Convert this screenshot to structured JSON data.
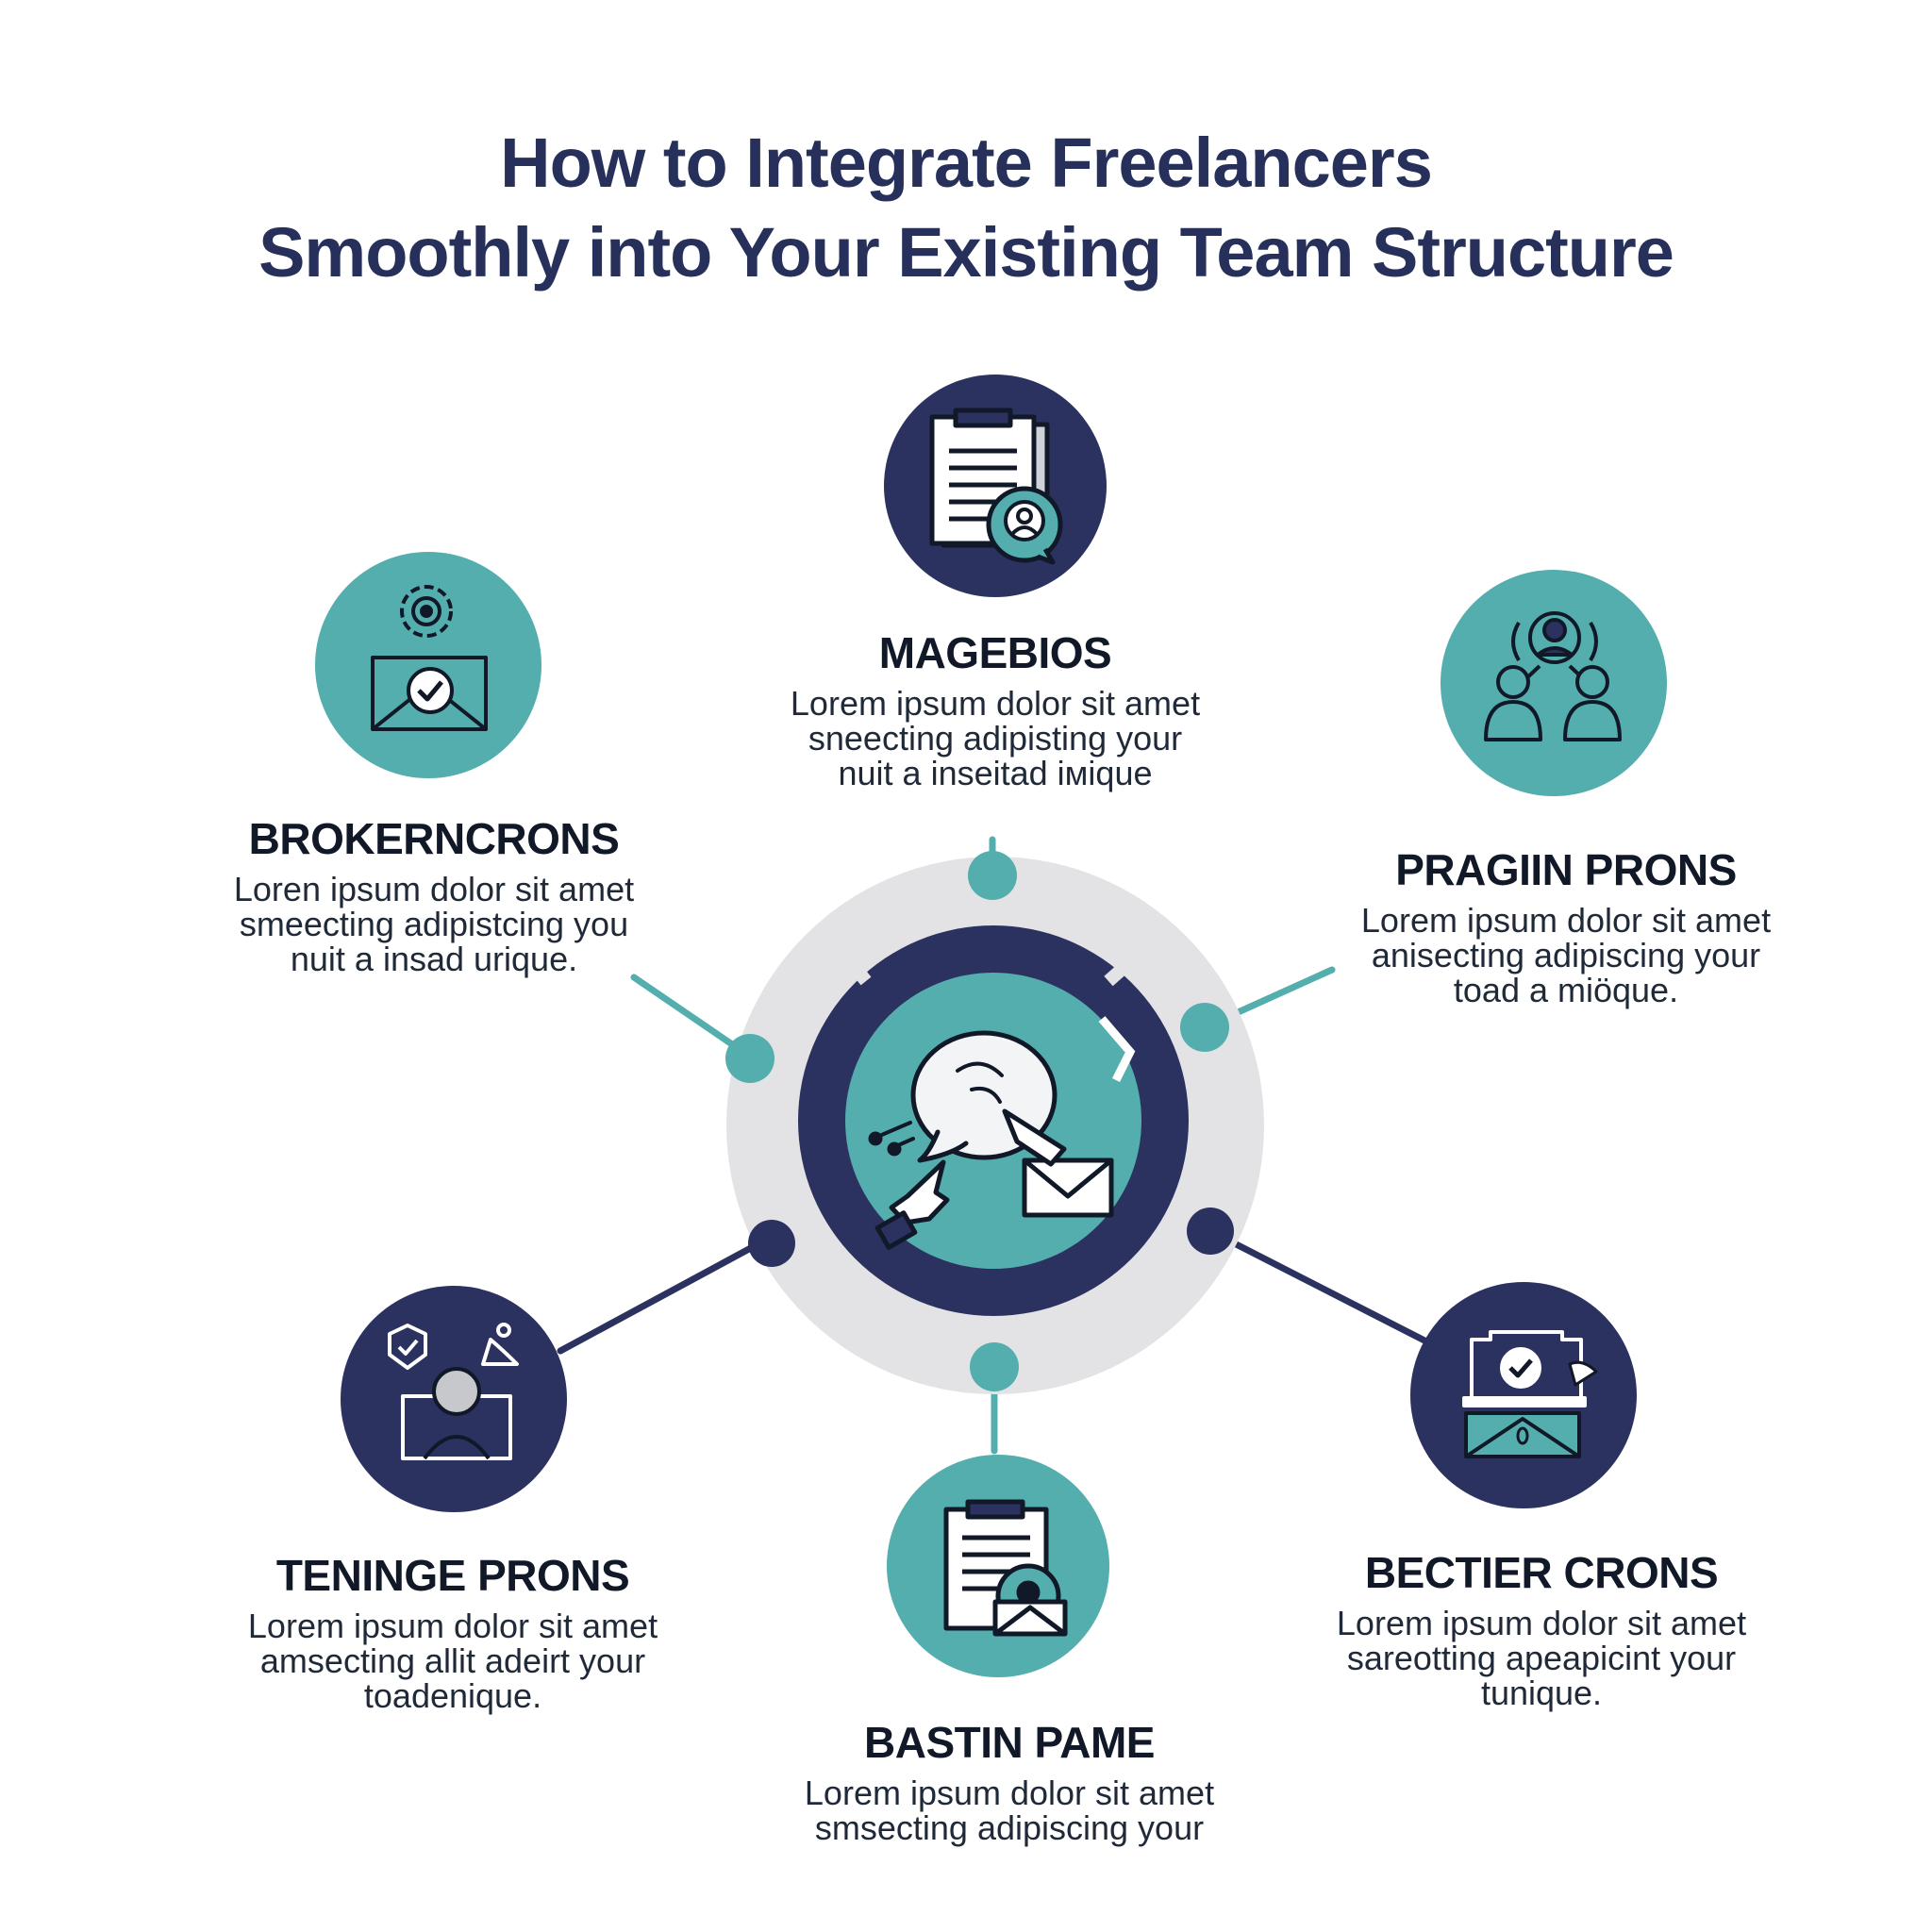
{
  "title": {
    "line1": "How to Integrate Freelancers",
    "line2": "Smoothly into Your Existing Team Structure"
  },
  "colors": {
    "navy": "#2b3260",
    "teal": "#54aeae",
    "ring_gray": "#e3e3e5",
    "background": "#ffffff"
  },
  "center": {
    "icon": "hand-pointing-to-speech-bubble-and-envelope-icon"
  },
  "nodes": [
    {
      "key": "top",
      "title": "MAGEBIOS",
      "lines": [
        "Lorem ipsum dolor sit amet",
        "snеecting adipisting your",
        "nuit a inseitad iмique"
      ],
      "icon": "clipboard-user-icon",
      "color": "navy"
    },
    {
      "key": "upper-left",
      "title": "BROKERNCRONS",
      "lines": [
        "Loren ipsum dolor sit amet",
        "smeecting adipistcing you",
        "nuit a insad urique."
      ],
      "icon": "gear-envelope-check-icon",
      "color": "teal"
    },
    {
      "key": "upper-right",
      "title": "PRAGIIN PRONS",
      "lines": [
        "Lorem ipsum dolor sit amet",
        "anisecting adipiscing your",
        "toad a miöque."
      ],
      "icon": "team-network-icon",
      "color": "teal"
    },
    {
      "key": "lower-left",
      "title": "TENINGE PRONS",
      "lines": [
        "Lorem ipsum dolor sit amet",
        "amsecting allit adeirt your",
        "toadenique."
      ],
      "icon": "user-profile-check-icon",
      "color": "navy"
    },
    {
      "key": "lower-right",
      "title": "BECTIER CRONS",
      "lines": [
        "Lorem ipsum dolor sit amet",
        "sareotting apeapicint your",
        "tunique."
      ],
      "icon": "secure-inbox-check-icon",
      "color": "navy"
    },
    {
      "key": "bottom",
      "title": "BASTIN PAME",
      "lines": [
        "Lorem ipsum dolor sit amet",
        "smsectіng adipiscing your"
      ],
      "icon": "clipboard-envelope-icon",
      "color": "teal"
    }
  ]
}
